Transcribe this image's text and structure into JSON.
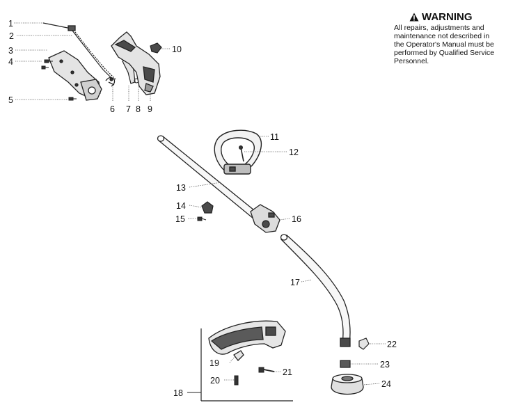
{
  "warning": {
    "icon": "warning-triangle-icon",
    "title": "WARNING",
    "lines": [
      "All repairs, adjustments and",
      "maintenance not described in",
      "the Operator's Manual must be",
      "performed by Qualified Service",
      "Personnel."
    ]
  },
  "callouts": [
    "1",
    "2",
    "3",
    "4",
    "5",
    "6",
    "7",
    "8",
    "9",
    "10",
    "11",
    "12",
    "13",
    "14",
    "15",
    "16",
    "17",
    "18",
    "19",
    "20",
    "21",
    "22",
    "23",
    "24"
  ],
  "colors": {
    "ink": "#111111",
    "leader": "#555555",
    "part_fill": "#e4e4e4",
    "part_dark": "#4a4a4a"
  }
}
